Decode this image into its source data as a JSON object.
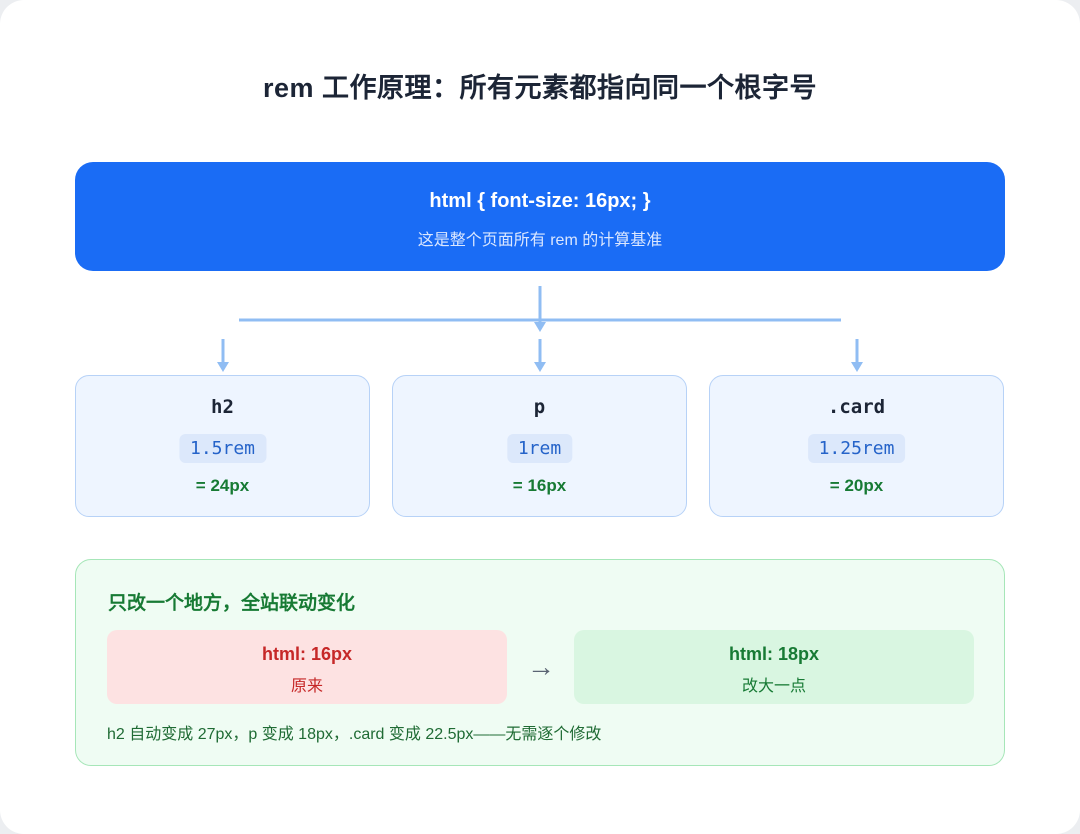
{
  "title": "rem 工作原理：所有元素都指向同一个根字号",
  "root": {
    "code": "html { font-size: 16px; }",
    "description": "这是整个页面所有 rem 的计算基准"
  },
  "children": [
    {
      "selector": "h2",
      "rem": "1.5rem",
      "px": "= 24px"
    },
    {
      "selector": "p",
      "rem": "1rem",
      "px": "= 16px"
    },
    {
      "selector": ".card",
      "rem": "1.25rem",
      "px": "= 20px"
    }
  ],
  "change_panel": {
    "title": "只改一个地方，全站联动变化",
    "before": {
      "value": "html: 16px",
      "label": "原来"
    },
    "arrow": "→",
    "after": {
      "value": "html: 18px",
      "label": "改大一点"
    },
    "note": "h2 自动变成 27px，p 变成 18px，.card 变成 22.5px——无需逐个修改"
  },
  "colors": {
    "root_box": "#1a6cf5",
    "connector": "#90bdf3",
    "child_bg": "#eef5ff",
    "px_text": "#177a34",
    "before_bg": "#fde2e2",
    "after_bg": "#d9f6e1"
  },
  "icons": {
    "change_arrow": "right-arrow-icon"
  }
}
